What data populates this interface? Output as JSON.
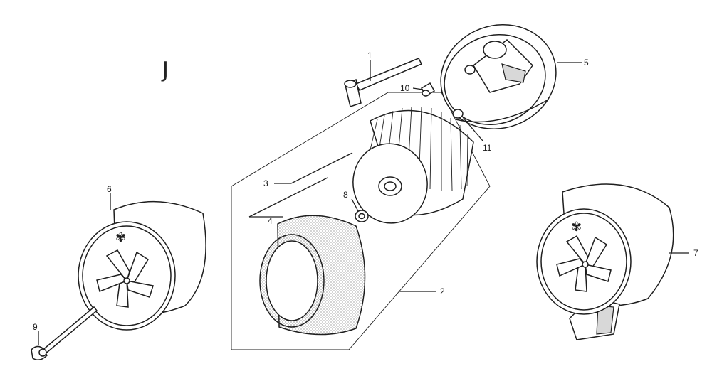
{
  "diagram": {
    "section_letter": "J",
    "callouts": [
      {
        "id": "1",
        "text": "1"
      },
      {
        "id": "2",
        "text": "2"
      },
      {
        "id": "3",
        "text": "3"
      },
      {
        "id": "4",
        "text": "4"
      },
      {
        "id": "5",
        "text": "5"
      },
      {
        "id": "6",
        "text": "6"
      },
      {
        "id": "7",
        "text": "7"
      },
      {
        "id": "8",
        "text": "8"
      },
      {
        "id": "9",
        "text": "9"
      },
      {
        "id": "10",
        "text": "10"
      },
      {
        "id": "11",
        "text": "11"
      }
    ]
  }
}
